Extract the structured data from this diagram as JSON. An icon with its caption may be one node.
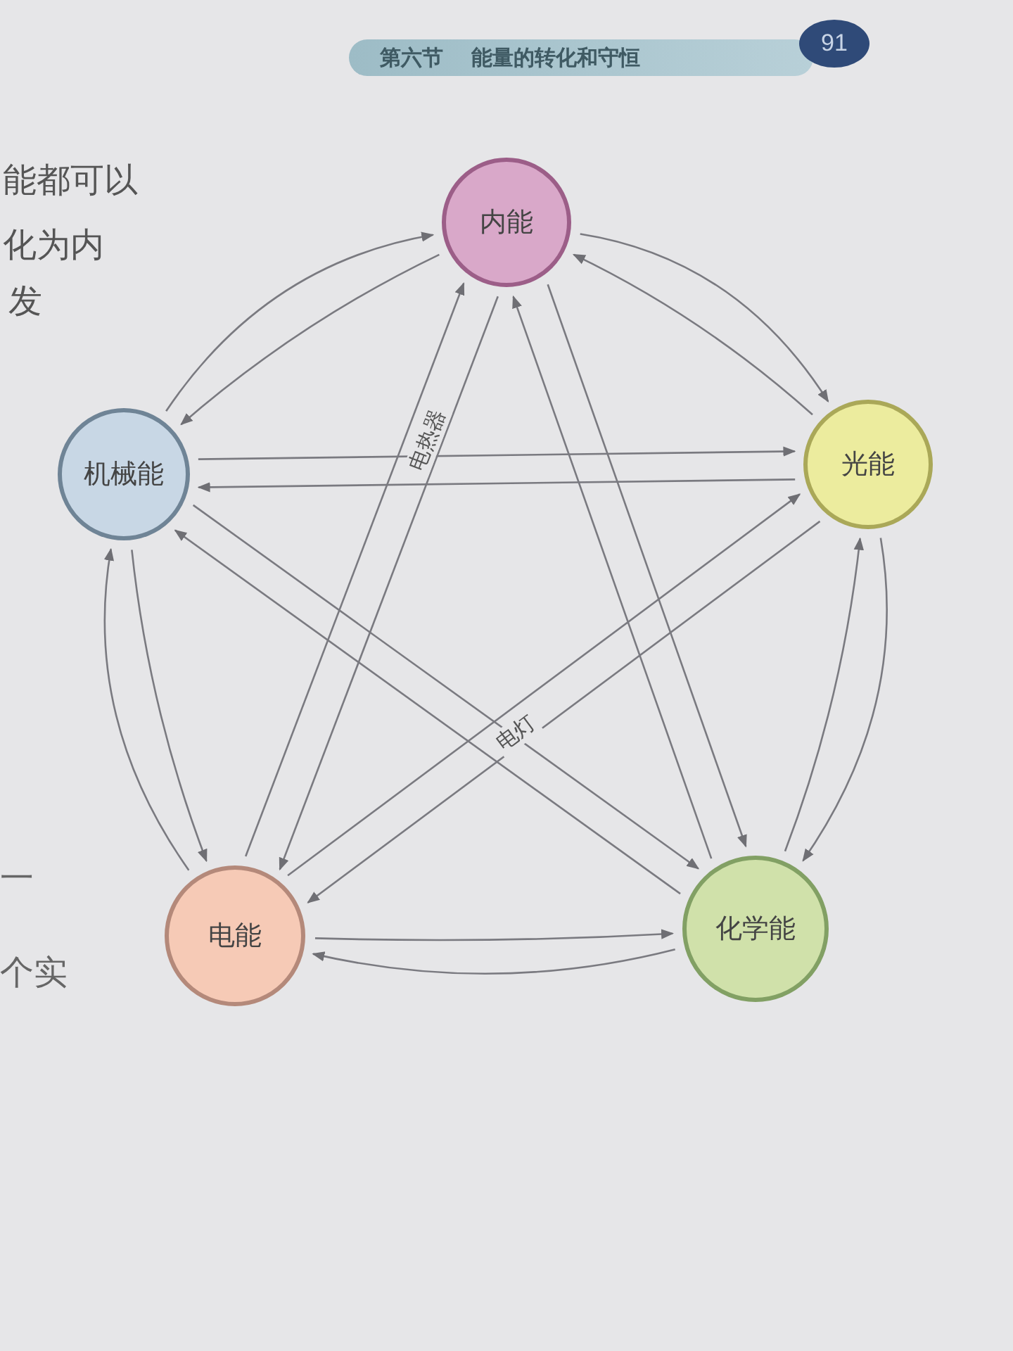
{
  "diagram": {
    "nodes": [
      {
        "text": [
          "内能"
        ]
      },
      {
        "text": [
          "机械能"
        ]
      },
      {
        "text": [
          "光能"
        ]
      },
      {
        "text": [
          "电能"
        ]
      },
      {
        "text": [
          "化学能"
        ]
      }
    ],
    "edges": [
      {
        "from": 1,
        "to": 0,
        "arrow": "to"
      },
      {
        "from": 0,
        "to": 1,
        "arrow": "to"
      },
      {
        "from": 0,
        "to": 2,
        "arrow": "to"
      },
      {
        "from": 2,
        "to": 0,
        "arrow": "to"
      },
      {
        "from": 2,
        "to": 4,
        "arrow": "to"
      },
      {
        "from": 4,
        "to": 2,
        "arrow": "to"
      },
      {
        "from": 4,
        "to": 3,
        "arrow": "to"
      },
      {
        "from": 3,
        "to": 4,
        "arrow": "to"
      },
      {
        "from": 3,
        "to": 1,
        "arrow": "to"
      },
      {
        "from": 1,
        "to": 3,
        "arrow": "to"
      },
      {
        "from": 1,
        "to": 2,
        "arrow": "to"
      },
      {
        "from": 2,
        "to": 1,
        "arrow": "to"
      },
      {
        "from": 3,
        "to": 0,
        "arrow": "to",
        "label": "电热器"
      },
      {
        "from": 0,
        "to": 3,
        "arrow": "to"
      },
      {
        "from": 4,
        "to": 0,
        "arrow": "to"
      },
      {
        "from": 0,
        "to": 4,
        "arrow": "to"
      },
      {
        "from": 1,
        "to": 4,
        "arrow": "to"
      },
      {
        "from": 4,
        "to": 1,
        "arrow": "to"
      },
      {
        "from": 3,
        "to": 2,
        "arrow": "to",
        "label": "电灯"
      },
      {
        "from": 2,
        "to": 3,
        "arrow": "to"
      }
    ],
    "labels": [
      "第六节",
      "能量的转化和守恒",
      "91",
      "能都可以",
      "化为内",
      "发",
      "一",
      "个实"
    ]
  }
}
